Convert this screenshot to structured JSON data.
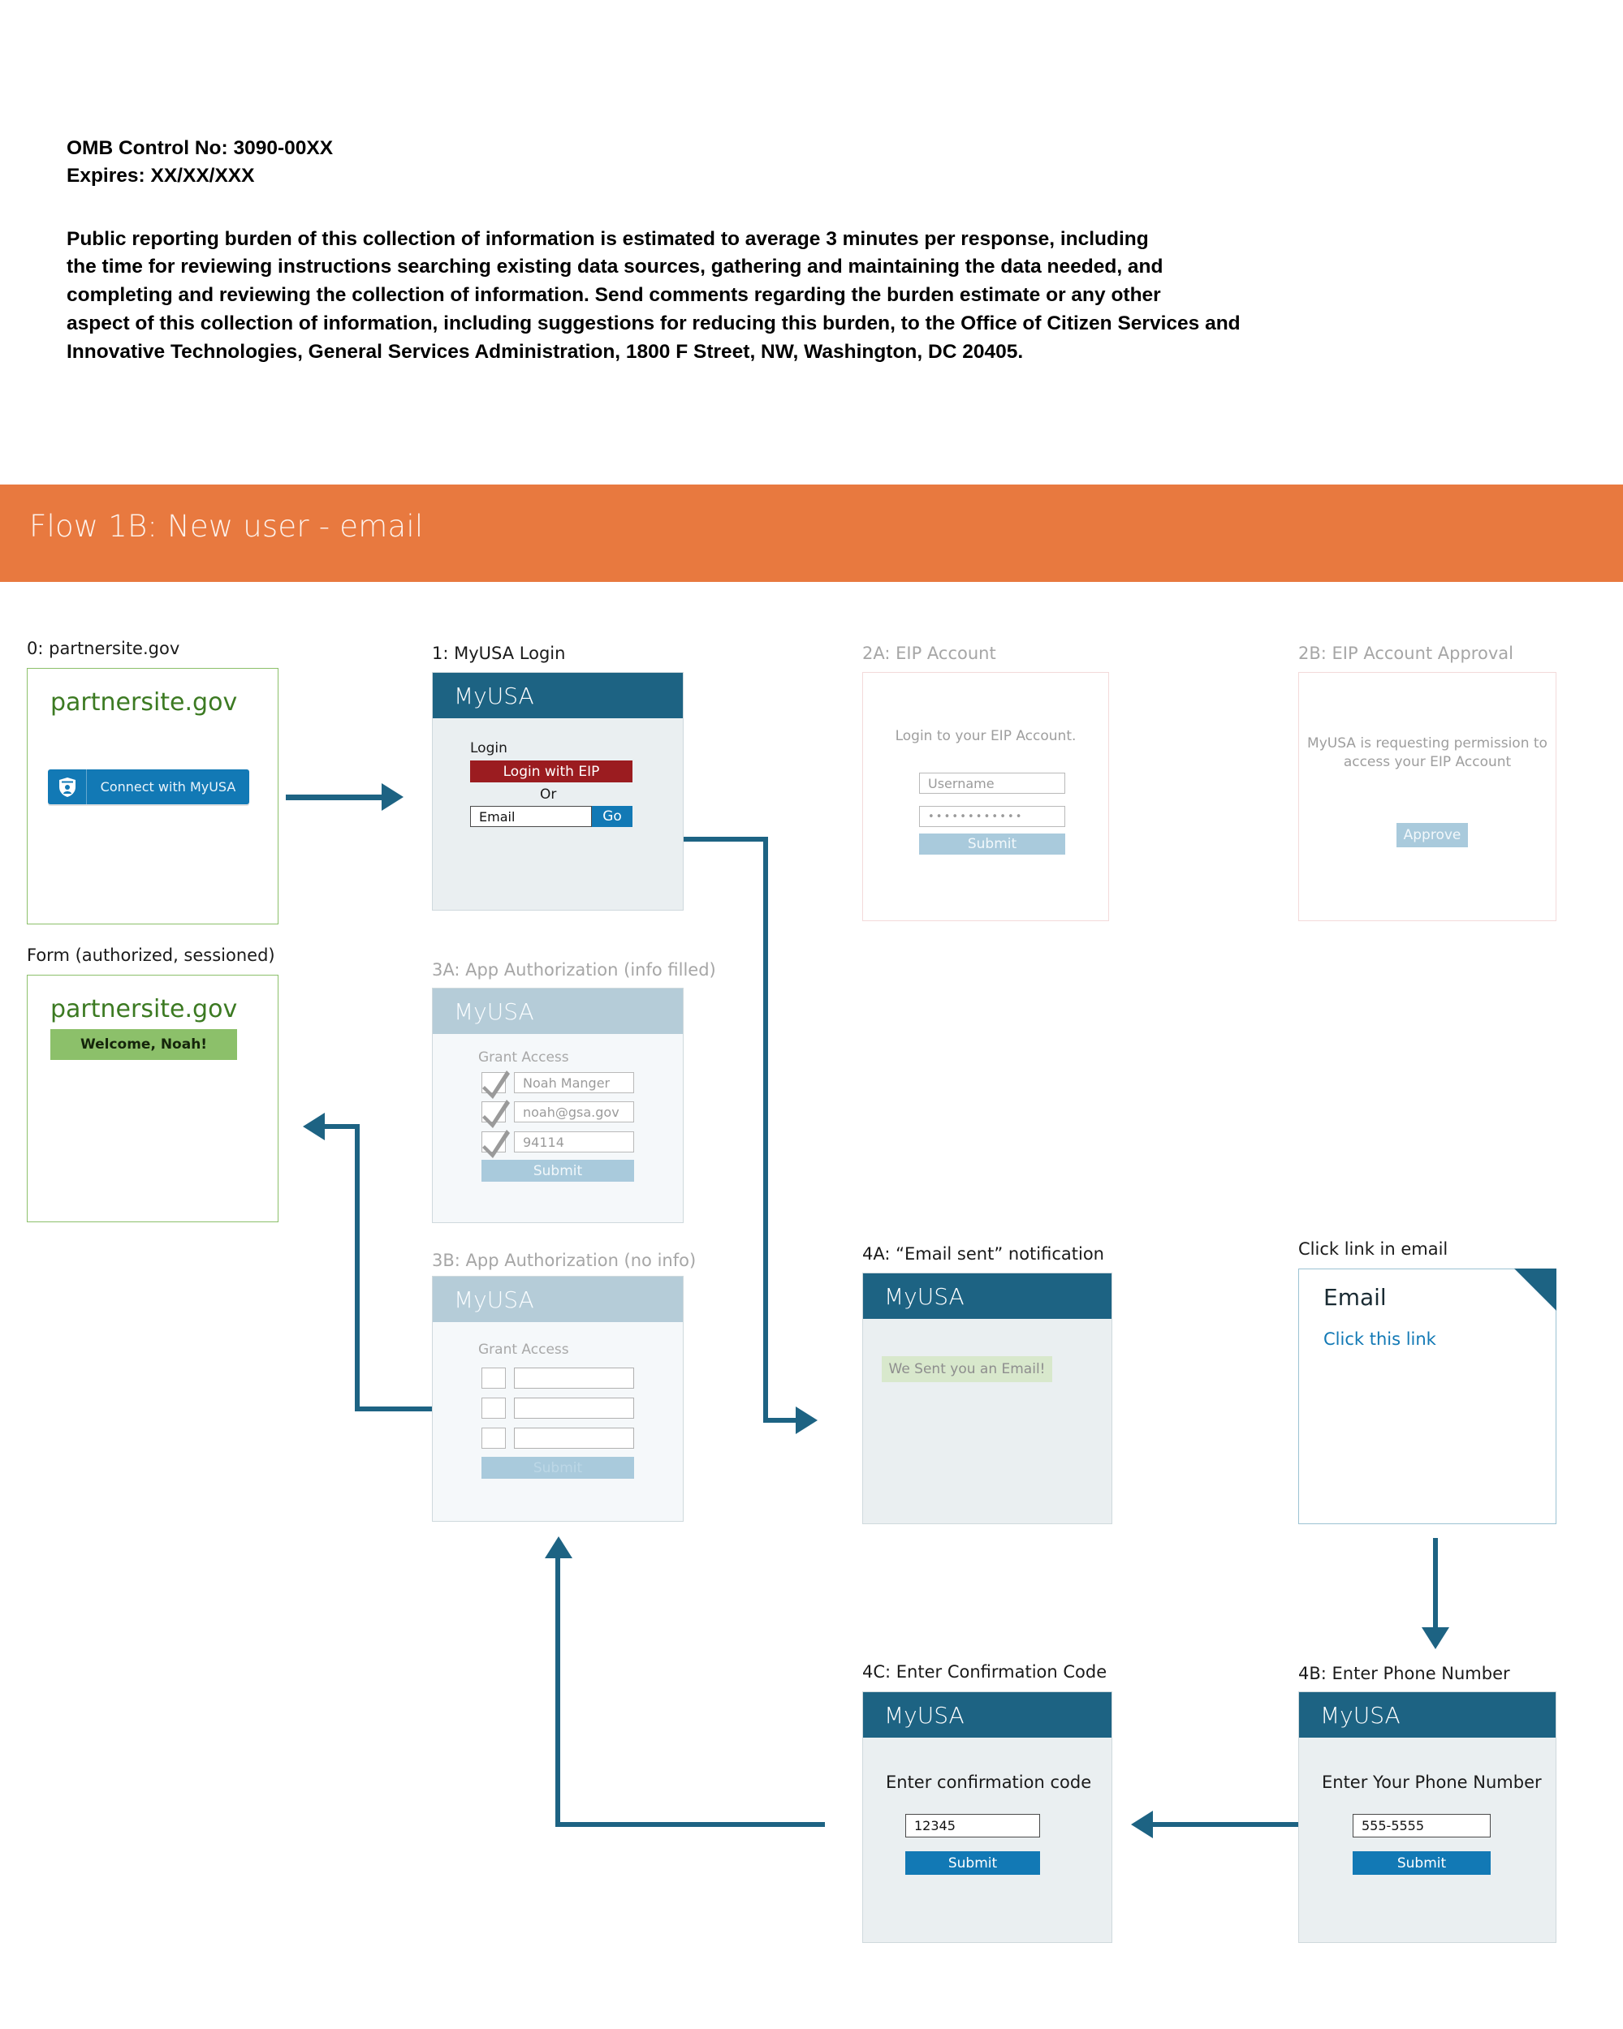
{
  "omb": {
    "control_no": "OMB Control No: 3090-00XX",
    "expires": "Expires: XX/XX/XXX",
    "burden_lines": [
      "Public reporting burden of this collection of information is estimated to average 3 minutes per response, including",
      "the time for reviewing instructions searching existing data sources, gathering and maintaining the data needed, and",
      "completing and reviewing the collection of information. Send comments regarding the burden estimate or any other",
      "aspect of this collection of information, including suggestions for reducing this burden, to the Office of Citizen Services and",
      "Innovative Technologies, General Services Administration, 1800 F Street, NW, Washington, DC 20405."
    ]
  },
  "banner": {
    "title": "Flow 1B: New user - email",
    "color": "#e8793f"
  },
  "colors": {
    "myusa_header": "#1d6383",
    "myusa_header_faded": "#b5ccd8",
    "accent_blue": "#1279b5",
    "accent_red": "#9b1c20",
    "partner_green": "#3c7a22",
    "notif_green": "#d8e8cc",
    "connector": "#1d6383"
  },
  "steps": {
    "partnersite": {
      "label": "0: partnersite.gov",
      "logo": "partnersite.gov",
      "connect_button": "Connect with MyUSA",
      "shield_icon": "shield-icon"
    },
    "myusa_login": {
      "label": "1: MyUSA Login",
      "brand": "MyUSA",
      "heading": "Login",
      "eip_button": "Login with EIP",
      "or": "Or",
      "email_placeholder": "Email",
      "go_button": "Go"
    },
    "eip_account": {
      "label": "2A: EIP Account",
      "prompt": "Login to your EIP Account.",
      "username_placeholder": "Username",
      "password_value": "• • • • • • • • • • • •",
      "submit": "Submit"
    },
    "eip_approval": {
      "label": "2B: EIP Account Approval",
      "prompt_line1": "MyUSA is requesting permission to",
      "prompt_line2": "access your EIP Account",
      "approve": "Approve"
    },
    "form_sessioned": {
      "label": "Form (authorized, sessioned)",
      "logo": "partnersite.gov",
      "welcome": "Welcome, Noah!"
    },
    "app_auth_filled": {
      "label": "3A: App Authorization (info filled)",
      "brand": "MyUSA",
      "heading": "Grant Access",
      "fields": [
        "Noah Manger",
        "noah@gsa.gov",
        "94114"
      ],
      "checked": [
        true,
        true,
        true
      ],
      "submit": "Submit"
    },
    "app_auth_empty": {
      "label": "3B: App Authorization (no info)",
      "brand": "MyUSA",
      "heading": "Grant Access",
      "fields": [
        "",
        "",
        ""
      ],
      "checked": [
        false,
        false,
        false
      ],
      "submit": "Submit"
    },
    "email_sent": {
      "label": "4A: “Email sent” notification",
      "brand": "MyUSA",
      "notification": "We Sent you an Email!"
    },
    "email_card": {
      "label": "Click link in email",
      "title": "Email",
      "link": "Click this link"
    },
    "confirmation_code": {
      "label": "4C: Enter Confirmation Code",
      "brand": "MyUSA",
      "heading": "Enter confirmation code",
      "value": "12345",
      "submit": "Submit"
    },
    "phone_number": {
      "label": "4B: Enter Phone Number",
      "brand": "MyUSA",
      "heading": "Enter Your Phone Number",
      "value": "555-5555",
      "submit": "Submit"
    }
  }
}
